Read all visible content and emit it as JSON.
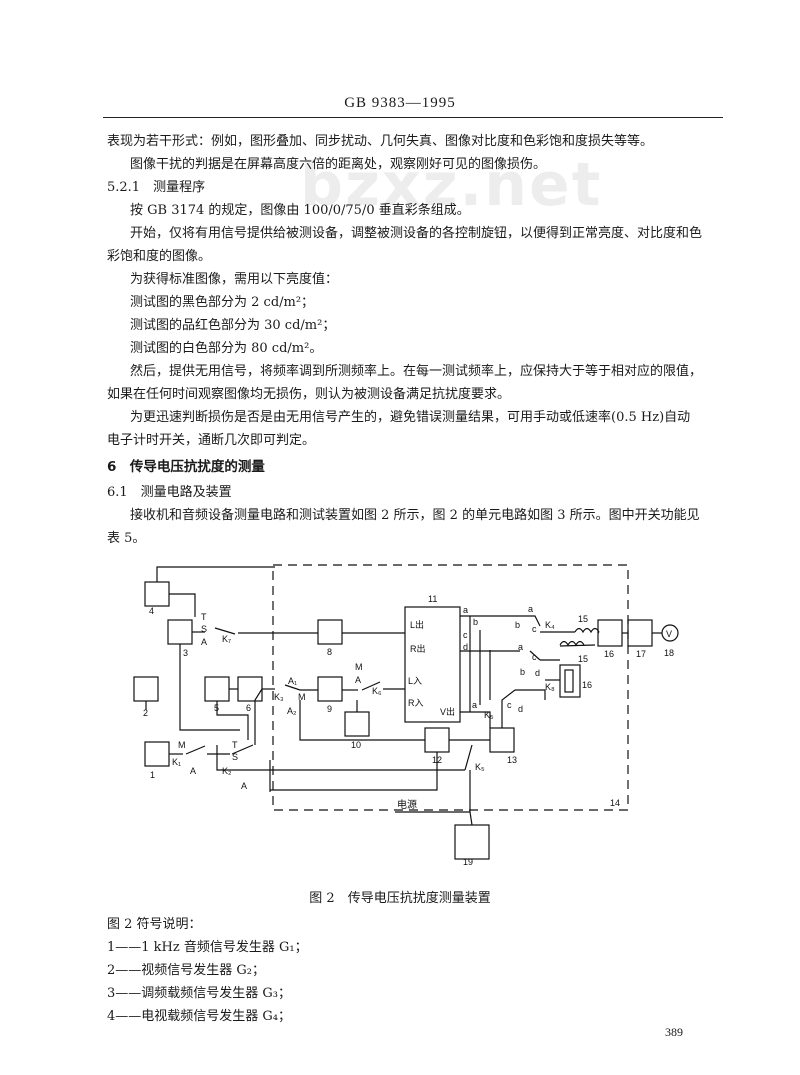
{
  "header": {
    "standard": "GB 9383—1995"
  },
  "watermark": "bzxz.net",
  "paragraphs": {
    "p1": "表现为若干形式：例如，图形叠加、同步扰动、几何失真、图像对比度和色彩饱和度损失等等。",
    "p2": "图像干扰的判据是在屏幕高度六倍的距离处，观察刚好可见的图像损伤。",
    "s521": "5.2.1　测量程序",
    "p3": "按 GB 3174 的规定，图像由 100/0/75/0 垂直彩条组成。",
    "p4a": "开始，仅将有用信号提供给被测设备，调整被测设备的各控制旋钮，以便得到正常亮度、对比度和色",
    "p4b": "彩饱和度的图像。",
    "p5": "为获得标准图像，需用以下亮度值：",
    "p6": "测试图的黑色部分为 2 cd/m²；",
    "p7": "测试图的品红色部分为 30 cd/m²；",
    "p8": "测试图的白色部分为 80 cd/m²。",
    "p9a": "然后，提供无用信号，将频率调到所测频率上。在每一测试频率上，应保持大于等于相对应的限值，",
    "p9b": "如果在任何时间观察图像均无损伤，则认为被测设备满足抗扰度要求。",
    "p10a": "为更迅速判断损伤是否是由无用信号产生的，避免错误测量结果，可用手动或低速率(0.5 Hz)自动",
    "p10b": "电子计时开关，通断几次即可判定。",
    "s6": "6　传导电压抗扰度的测量",
    "s61": "6.1　测量电路及装置",
    "p11a": "接收机和音频设备测量电路和测试装置如图 2 所示，图 2 的单元电路如图 3 所示。图中开关功能见",
    "p11b": "表 5。"
  },
  "figure": {
    "caption": "图 2　传导电压抗扰度测量装置",
    "labels": {
      "b1": "1",
      "b2": "2",
      "b3": "3",
      "b4": "4",
      "b5": "5",
      "b6": "6",
      "b8": "8",
      "b9": "9",
      "b10": "10",
      "b11": "11",
      "b12": "12",
      "b13": "13",
      "b14": "14",
      "b15a": "15",
      "b15b": "15",
      "b16a": "16",
      "b16b": "16",
      "b17": "17",
      "b18": "18",
      "b19": "19",
      "T": "T",
      "S": "S",
      "A": "A",
      "M": "M",
      "a": "a",
      "b": "b",
      "c": "c",
      "d": "d",
      "K1": "K₁",
      "K2": "K₂",
      "K3": "K₃",
      "K4": "K₄",
      "K5": "K₅",
      "K6": "K₆",
      "K7": "K₇",
      "K8": "K₈",
      "Lout": "L出",
      "Rout": "R出",
      "Vout": "V出",
      "Lin": "L入",
      "Rin": "R入",
      "A1": "A₁",
      "A2": "A₂",
      "V": "V",
      "power": "电源"
    }
  },
  "legend": {
    "title": "图 2 符号说明：",
    "items": [
      "1——1 kHz 音频信号发生器 G₁；",
      "2——视频信号发生器 G₂；",
      "3——调频载频信号发生器 G₃；",
      "4——电视载频信号发生器 G₄；"
    ]
  },
  "page_number": "389"
}
